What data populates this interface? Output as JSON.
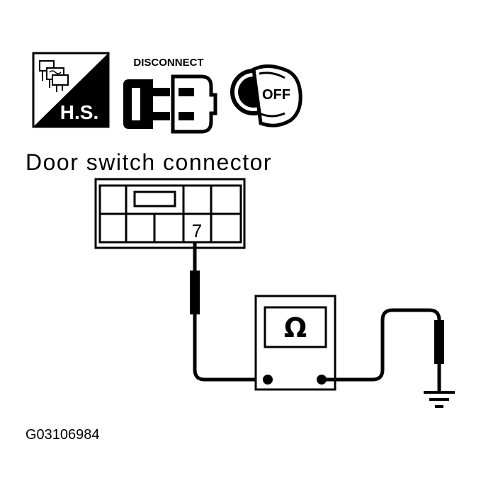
{
  "icons": {
    "hs_label": "H.S.",
    "disconnect_label": "DISCONNECT",
    "ignition_label": "OFF"
  },
  "diagram": {
    "title": "Door switch connector",
    "terminal_number": "7",
    "meter_symbol": "Ω",
    "figure_id": "G03106984"
  },
  "colors": {
    "ink": "#000000",
    "paper": "#ffffff"
  }
}
